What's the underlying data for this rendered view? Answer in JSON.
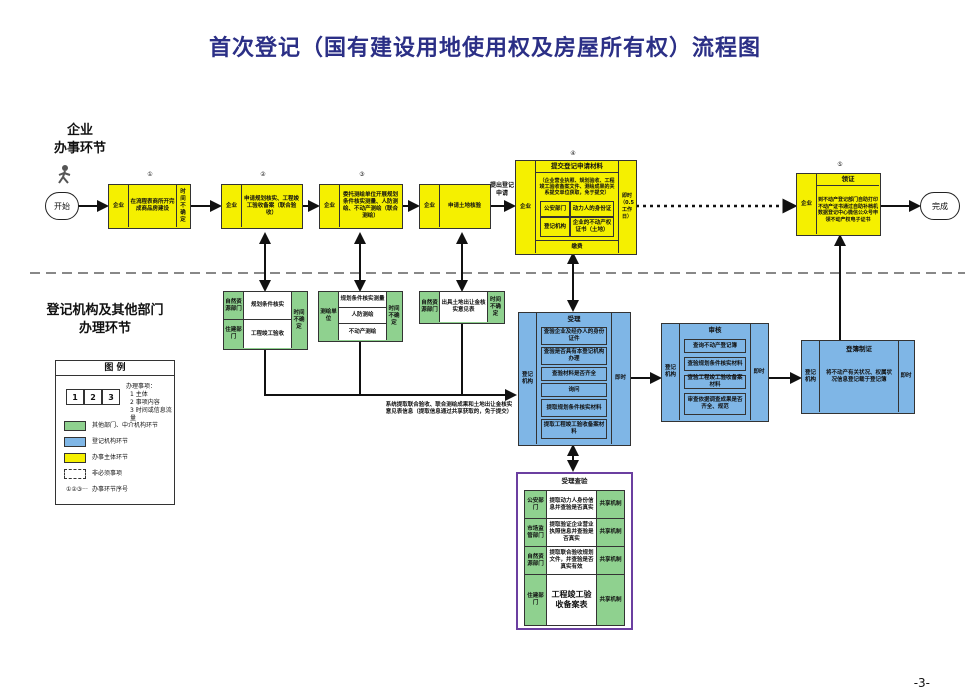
{
  "title": "首次登记（国有建设用地使用权及房屋所有权）流程图",
  "lanes": {
    "enterprise": "企业\n办事环节",
    "registry": "登记机构及其他部门\n办理环节"
  },
  "nodes": {
    "start": "开始",
    "end": "完成",
    "step_numbers": [
      "①",
      "②",
      "③",
      "④",
      "⑤"
    ],
    "step1": {
      "role": "企业",
      "text": "在流程表商所开完成商品房建设",
      "time": "时间不确定"
    },
    "step2": {
      "role": "企业",
      "text": "申请规划核实、工程竣工验收备案（联合验收）"
    },
    "step3": {
      "role": "企业",
      "text": "委托测绘单位开展规划条件核实测量、人防测绘、不动产测绘（联合测绘）"
    },
    "step4": {
      "role": "企业",
      "text": "申请土地核验"
    },
    "submit_label": "提出登记申请",
    "step5": {
      "role": "企业",
      "title": "提交登记申请材料",
      "sub": "（企业营业执照、规划验收、工程竣工验收备案文件、测绘成果的关系提交单位获取，免于提交）",
      "r1c1": "公安部门",
      "r1c2": "动力人的身份证",
      "r2c1": "登记机构",
      "r2c2": "企业的不动产权证书（土地）",
      "fee": "缴费",
      "time": "即时（0.5工作日）"
    },
    "step6": {
      "role": "企业",
      "title": "领证",
      "text": "到不动产登记部门自助打印不动产证书通过自助补档机数据登记中心微信公众号申领不动产权电子证书"
    },
    "g1": {
      "dept1": "自然资源部门",
      "task1": "规划条件核实",
      "dept2": "住建部门",
      "task2": "工程竣工验收",
      "time": "时间不确定"
    },
    "g2": {
      "dept": "测绘单位",
      "t1": "规划条件核实测量",
      "t2": "人防测绘",
      "t3": "不动产测绘",
      "time": "时间不确定"
    },
    "g3": {
      "dept": "自然资源部门",
      "task": "出具土地出让金核实意见表",
      "time": "时间不确定"
    },
    "shared_note": "系统提取联合验收、联合测绘成果和土地出让金核实意见表信息（提取信息通过共享获取的，免于提交）",
    "accept": {
      "title": "受理",
      "role": "登记机构",
      "items": [
        "查验企业及经办人的身份证件",
        "查验是否具有本登记机构办理",
        "查验材料是否齐全",
        "询问",
        "提取规划条件核实材料",
        "提取工程竣工验收备案材料"
      ],
      "time": "即时"
    },
    "review": {
      "title": "审核",
      "role": "登记机构",
      "items": [
        "查询不动产登记簿",
        "查验规划条件核实材料",
        "查验工程竣工验收备案材料",
        "审查依据调查成果是否齐全、规范"
      ],
      "time": "即时"
    },
    "record": {
      "title": "登簿制证",
      "role": "登记机构",
      "text": "将不动产有关状况、权属状况信息登记载于登记簿",
      "time": "即时"
    },
    "query": {
      "title": "受理查验",
      "rows": [
        {
          "dept": "公安部门",
          "task": "提取动力人身份信息并查验是否真实",
          "mode": "共享机制"
        },
        {
          "dept": "市场监管部门",
          "task": "提取验证企业营业执照信息并查验是否真实",
          "mode": "共享机制"
        },
        {
          "dept": "自然资源部门",
          "task": "提取联合验收规划文件，并查验是否真实有效",
          "mode": "共享机制"
        },
        {
          "dept": "住建部门",
          "task": "工程竣工验收备案表",
          "mode": "共享机制"
        }
      ]
    }
  },
  "legend": {
    "title": "图  例",
    "box_labels": [
      "1",
      "2",
      "3"
    ],
    "box_desc": [
      "办理事项：",
      "1 主体",
      "2 事项内容",
      "3 时间或信息流量"
    ],
    "green": "其他部门、中介机构环节",
    "blue": "登记机构环节",
    "yellow": "办事主体环节",
    "dashed": "非必须事项",
    "seq": "办事环节序号",
    "seq_symbol": "①②③···"
  },
  "page_number": "-3-",
  "colors": {
    "title": "#2b2f86",
    "yellow": "#f5f000",
    "green": "#8fd18f",
    "blue": "#7fb6e6",
    "purple": "#6b3fa0"
  }
}
